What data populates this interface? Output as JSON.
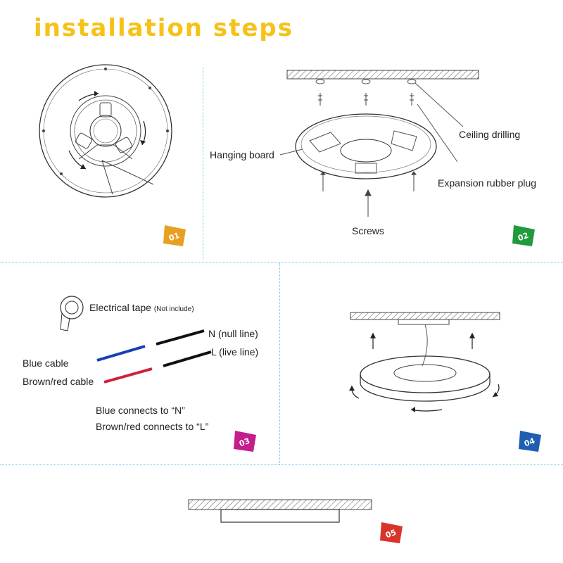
{
  "title": "installation steps",
  "step2": {
    "ceiling_drilling": "Ceiling drilling",
    "hanging_board": "Hanging board",
    "expansion_rubber_plug": "Expansion rubber plug",
    "screws": "Screws"
  },
  "step3": {
    "electrical_tape": "Electrical tape",
    "not_include": "(Not include)",
    "n_line": "N (null line)",
    "l_line": "L (live line)",
    "blue_cable": "Blue cable",
    "brown_cable": "Brown/red cable",
    "blue_connects": "Blue connects to “N”",
    "brown_connects": "Brown/red connects to “L”"
  },
  "badges": [
    {
      "number": "01",
      "color": "#e8a020"
    },
    {
      "number": "02",
      "color": "#1f9a3c"
    },
    {
      "number": "03",
      "color": "#c41e8c"
    },
    {
      "number": "04",
      "color": "#1f5fb0"
    },
    {
      "number": "05",
      "color": "#d8342a"
    }
  ],
  "colors": {
    "title": "#f5c218",
    "divider": "#5ec8e8",
    "blue_cable": "#1a3fb5",
    "brown_cable": "#d0203a"
  }
}
